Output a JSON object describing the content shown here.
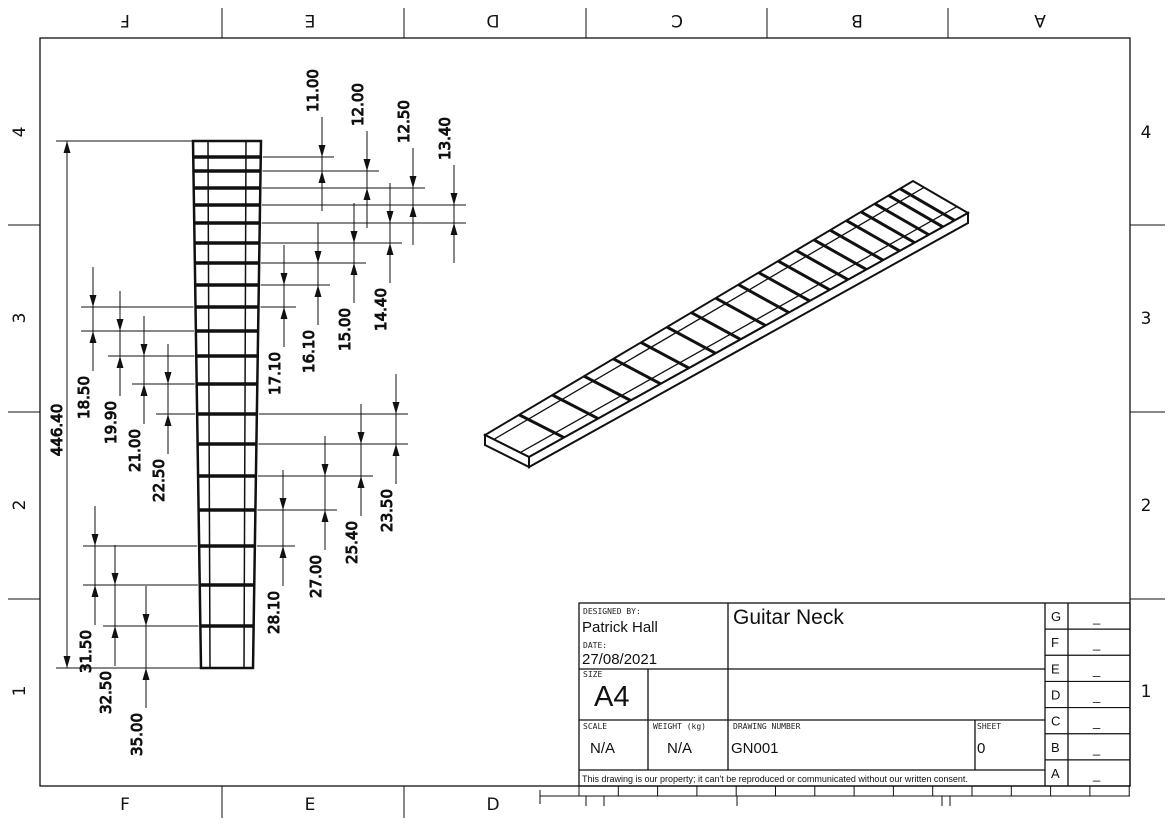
{
  "border": {
    "top_zones": [
      "F",
      "E",
      "D",
      "C",
      "B",
      "A"
    ],
    "bottom_zones": [
      "F",
      "E",
      "D"
    ],
    "left_zones": [
      "4",
      "3",
      "2",
      "1"
    ],
    "right_zones": [
      "4",
      "3",
      "2",
      "1"
    ]
  },
  "front_view": {
    "overall_length": "446.40",
    "fret_spacings": [
      "11.00",
      "12.00",
      "12.50",
      "13.40",
      "14.40",
      "15.00",
      "16.10",
      "17.10",
      "18.50",
      "19.90",
      "21.00",
      "22.50",
      "23.50",
      "25.40",
      "27.00",
      "28.10",
      "31.50",
      "32.50",
      "35.00"
    ]
  },
  "title_block": {
    "designed_by_label": "DESIGNED BY:",
    "designed_by": "Patrick Hall",
    "date_label": "DATE:",
    "date": "27/08/2021",
    "title": "Guitar Neck",
    "size_label": "SIZE",
    "size": "A4",
    "scale_label": "SCALE",
    "scale": "N/A",
    "weight_label": "WEIGHT (kg)",
    "weight": "N/A",
    "drawing_number_label": "DRAWING NUMBER",
    "drawing_number": "GN001",
    "sheet_label": "SHEET",
    "sheet": "0",
    "notice": "This drawing is our property; it can't be reproduced or communicated without our written consent.",
    "revisions": [
      {
        "letter": "G",
        "value": "_"
      },
      {
        "letter": "F",
        "value": "_"
      },
      {
        "letter": "E",
        "value": "_"
      },
      {
        "letter": "D",
        "value": "_"
      },
      {
        "letter": "C",
        "value": "_"
      },
      {
        "letter": "B",
        "value": "_"
      },
      {
        "letter": "A",
        "value": "_"
      }
    ]
  }
}
